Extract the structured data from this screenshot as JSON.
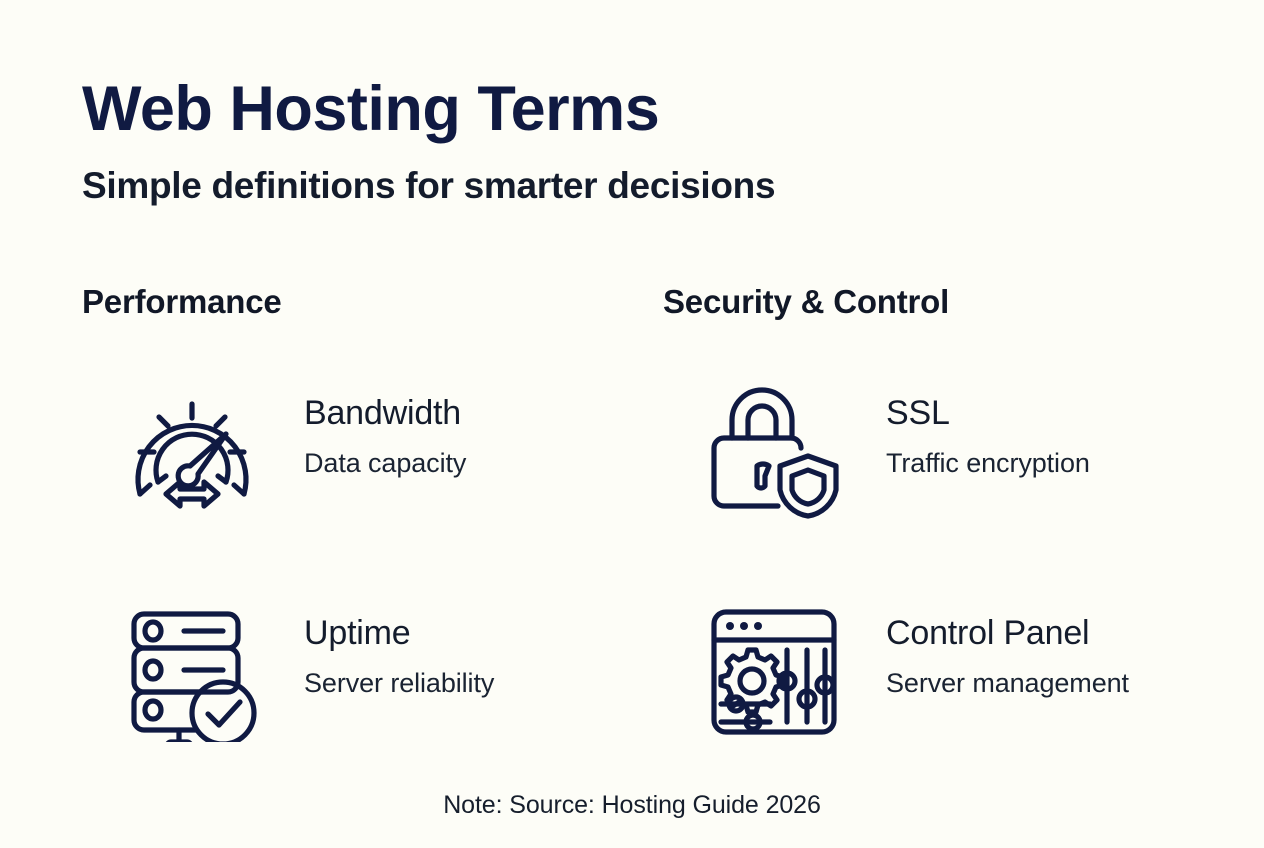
{
  "header": {
    "title": "Web Hosting Terms",
    "subtitle": "Simple definitions for smarter decisions"
  },
  "sections": [
    {
      "id": "performance",
      "heading": "Performance"
    },
    {
      "id": "security-control",
      "heading": "Security & Control"
    }
  ],
  "terms": [
    {
      "id": "bandwidth",
      "section": "performance",
      "name": "Bandwidth",
      "description": "Data capacity",
      "icon": "speedometer-gauge-icon"
    },
    {
      "id": "ssl",
      "section": "security-control",
      "name": "SSL",
      "description": "Traffic encryption",
      "icon": "padlock-shield-icon"
    },
    {
      "id": "uptime",
      "section": "performance",
      "name": "Uptime",
      "description": "Server reliability",
      "icon": "server-rack-check-icon"
    },
    {
      "id": "control-panel",
      "section": "security-control",
      "name": "Control Panel",
      "description": "Server management",
      "icon": "browser-gear-sliders-icon"
    }
  ],
  "footer": {
    "note": "Note: Source: Hosting Guide 2026"
  },
  "colors": {
    "background": "#fdfdf7",
    "title": "#101a42",
    "text": "#141c2c",
    "icon_stroke": "#101a42"
  }
}
